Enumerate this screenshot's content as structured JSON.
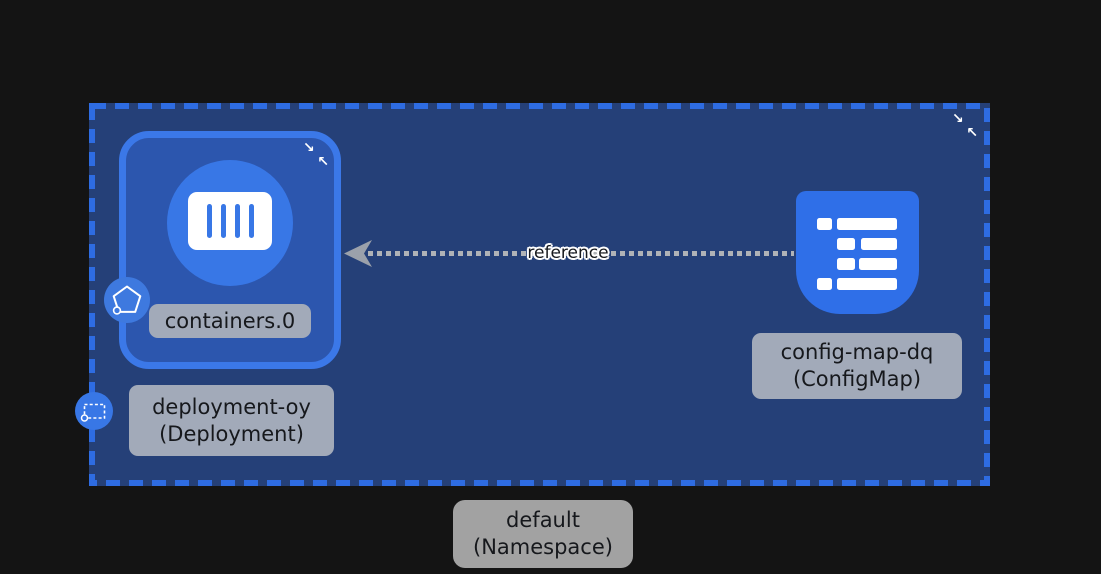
{
  "colors": {
    "background": "#141414",
    "namespace_fill": "#254078",
    "namespace_border": "#2e6ce2",
    "node_fill": "#2c56ae",
    "node_border": "#3b78e8",
    "accent_blue": "#3877e6",
    "badge_blue": "#3e79df",
    "label_bg": "#a2aab9",
    "namespace_label_bg": "#a2a2a2",
    "label_text": "#16181c",
    "edge_color": "#b0b3b7",
    "arrow_color": "#9ba1ab",
    "icon_white": "#ffffff"
  },
  "namespace": {
    "name": "default",
    "kind": "(Namespace)"
  },
  "nodes": {
    "deployment": {
      "name": "deployment-oy",
      "kind": "(Deployment)"
    },
    "container": {
      "label": "containers.0"
    },
    "configmap": {
      "name": "config-map-dq",
      "kind": "(ConfigMap)"
    }
  },
  "edge": {
    "label": "reference",
    "arrow_direction": "left"
  },
  "icons": {
    "collapse_glyph_down_right": "↘",
    "collapse_glyph_up_left": "↖",
    "container_icon": "container-grill",
    "configmap_icon": "config-list",
    "pentagon_badge_icon": "pentagon-outline",
    "dashed_rect_badge_icon": "dashed-rectangle"
  }
}
